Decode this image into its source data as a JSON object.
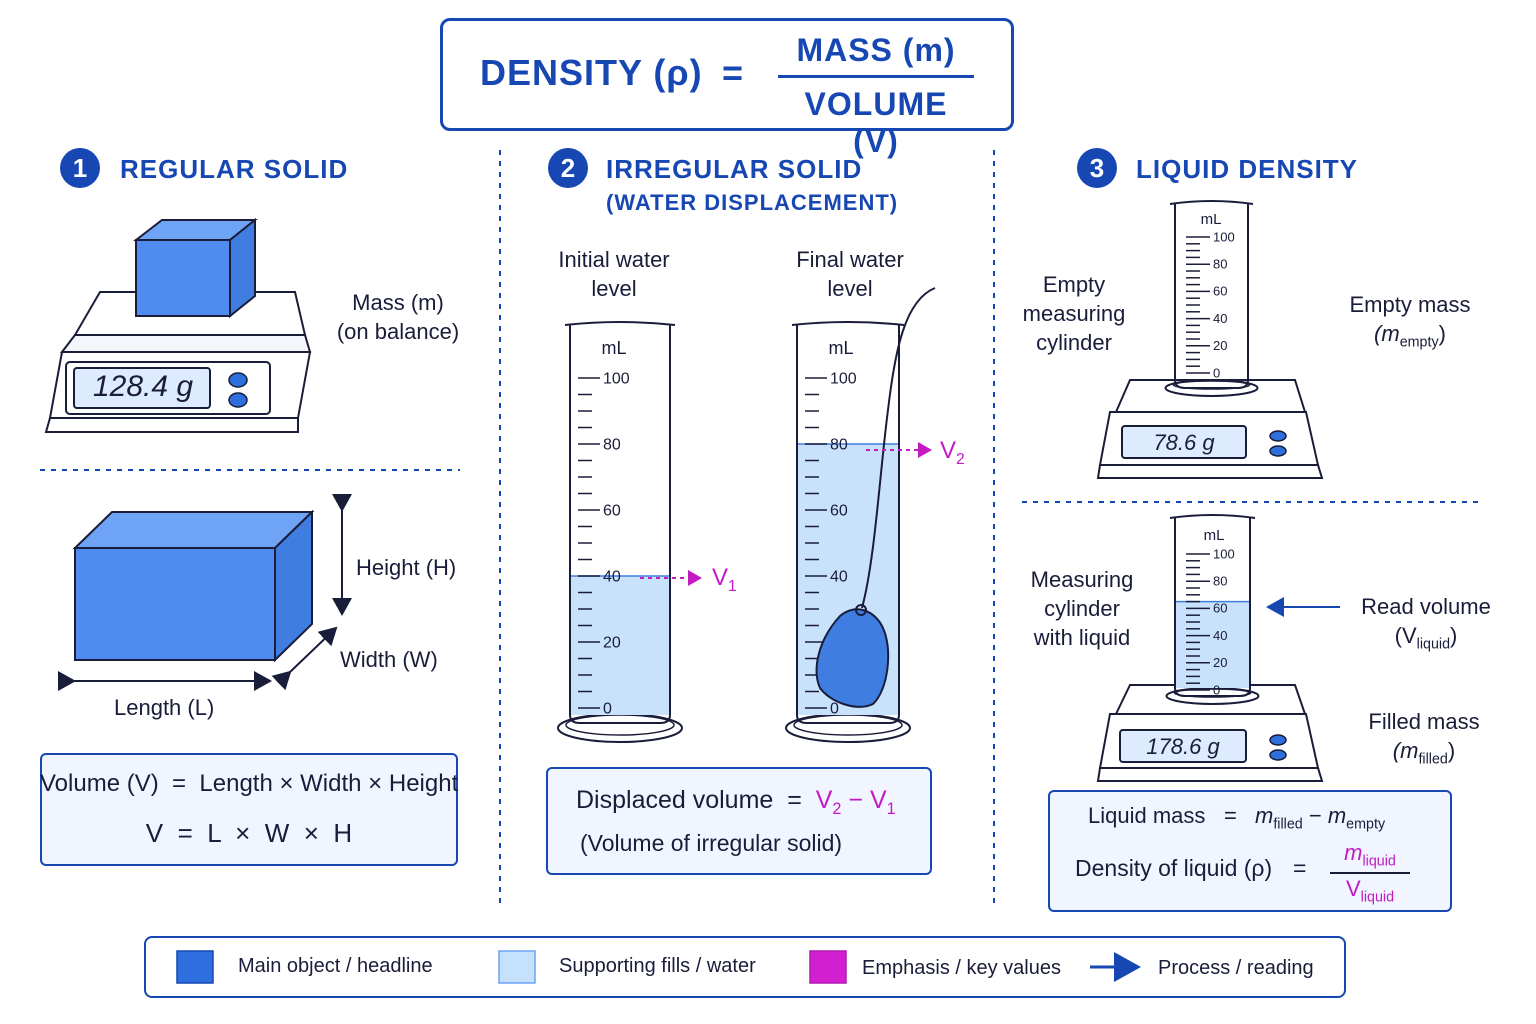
{
  "title": {
    "lhs": "DENSITY (ρ)",
    "eq": "=",
    "numerator": "MASS (m)",
    "denominator": "VOLUME (V)"
  },
  "section1": {
    "number": "1",
    "title": "REGULAR SOLID",
    "mass_label_1": "Mass (m)",
    "mass_label_2": "(on balance)",
    "scale_reading": "128.4 g",
    "height_label": "Height (H)",
    "width_label": "Width (W)",
    "length_label": "Length (L)",
    "formula_line1": "Volume (V)  =  Length × Width × Height",
    "formula_line2": "V  =  L  ×  W  ×  H"
  },
  "section2": {
    "number": "2",
    "title": "IRREGULAR SOLID",
    "subtitle": "(WATER DISPLACEMENT)",
    "initial_label_1": "Initial water",
    "initial_label_2": "level",
    "final_label_1": "Final water",
    "final_label_2": "level",
    "unit": "mL",
    "ticks": [
      "100",
      "80",
      "60",
      "40",
      "20",
      "0"
    ],
    "v1_label": "V",
    "v1_sub": "1",
    "v2_label": "V",
    "v2_sub": "2",
    "initial_level_ml": 40,
    "final_level_ml": 80,
    "formula_prefix": "Displaced volume  =  ",
    "formula_v2": "V",
    "formula_v2_sub": "2",
    "formula_minus": " − ",
    "formula_v1": "V",
    "formula_v1_sub": "1",
    "formula_line2": "(Volume of irregular solid)"
  },
  "section3": {
    "number": "3",
    "title": "LIQUID DENSITY",
    "empty_cyl_1": "Empty",
    "empty_cyl_2": "measuring",
    "empty_cyl_3": "cylinder",
    "empty_mass_1": "Empty mass",
    "empty_mass_m": "(m",
    "empty_mass_sub": "empty",
    "empty_mass_close": ")",
    "empty_reading": "78.6 g",
    "unit": "mL",
    "ticks": [
      "100",
      "80",
      "60",
      "40",
      "20",
      "0"
    ],
    "filled_cyl_1": "Measuring",
    "filled_cyl_2": "cylinder",
    "filled_cyl_3": "with liquid",
    "read_volume_1": "Read volume",
    "read_volume_v": "(V",
    "read_volume_sub": "liquid",
    "read_volume_close": ")",
    "filled_mass_1": "Filled mass",
    "filled_mass_m": "(m",
    "filled_mass_sub": "filled",
    "filled_mass_close": ")",
    "filled_reading": "178.6 g",
    "liquid_level_ml": 65,
    "lm_label": "Liquid mass",
    "lm_eq": "=",
    "lm_m1": "m",
    "lm_m1_sub": "filled",
    "lm_minus": "−",
    "lm_m2": "m",
    "lm_m2_sub": "empty",
    "dl_label": "Density of liquid (ρ)",
    "dl_eq": "=",
    "dl_num": "m",
    "dl_num_sub": "liquid",
    "dl_den": "V",
    "dl_den_sub": "liquid"
  },
  "legend": [
    {
      "label": "Main object / headline",
      "color": "#2e6fe0"
    },
    {
      "label": "Supporting fills / water",
      "color": "#c6e1fb"
    },
    {
      "label": "Emphasis / key values",
      "color": "#d21fd0"
    },
    {
      "label": "Process / reading",
      "color": "#1747b3"
    }
  ],
  "colors": {
    "primary": "#1747b3",
    "object": "#4f8cf0",
    "water": "#c9e2fb",
    "emphasis": "#c21bc4"
  }
}
